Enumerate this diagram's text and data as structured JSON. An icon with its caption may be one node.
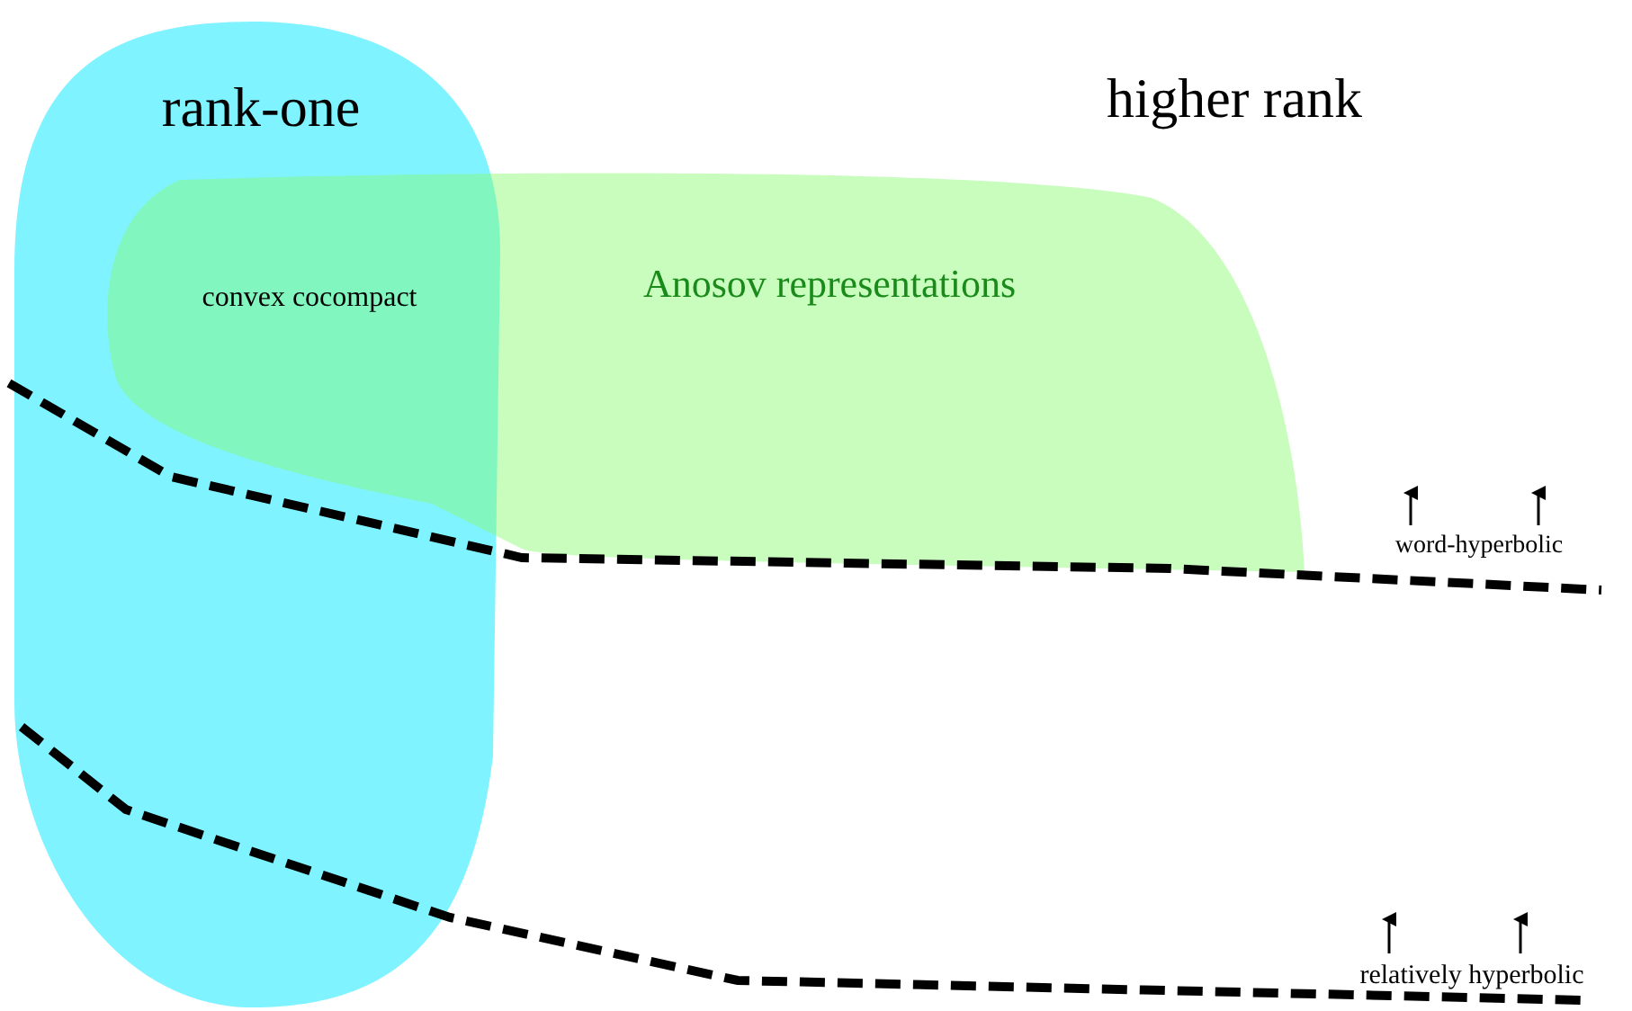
{
  "diagram": {
    "nodes": [
      {
        "text": [
          "rank-one"
        ]
      },
      {
        "text": [
          "Anosov representations"
        ]
      }
    ],
    "labels": [
      "higher rank",
      "convex cocompact",
      "word-hyperbolic",
      "relatively hyperbolic"
    ]
  }
}
